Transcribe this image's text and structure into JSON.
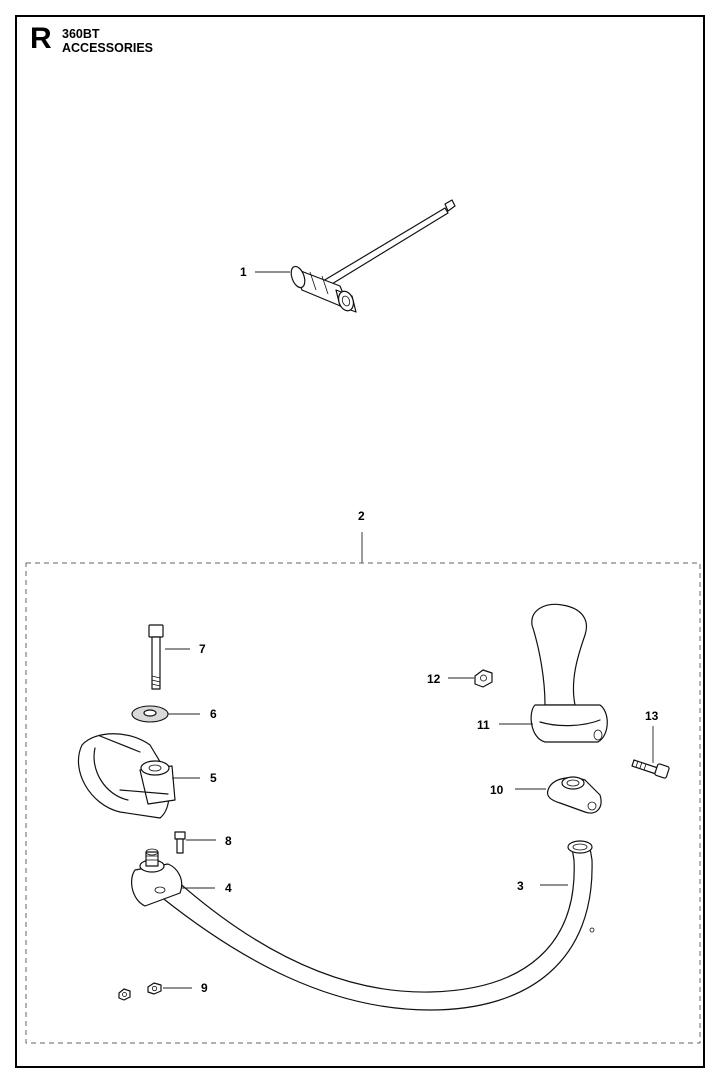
{
  "header": {
    "section_letter": "R",
    "model": "360BT",
    "section_title": "ACCESSORIES"
  },
  "callouts": [
    "1",
    "2",
    "3",
    "4",
    "5",
    "6",
    "7",
    "8",
    "9",
    "10",
    "11",
    "12",
    "13"
  ]
}
